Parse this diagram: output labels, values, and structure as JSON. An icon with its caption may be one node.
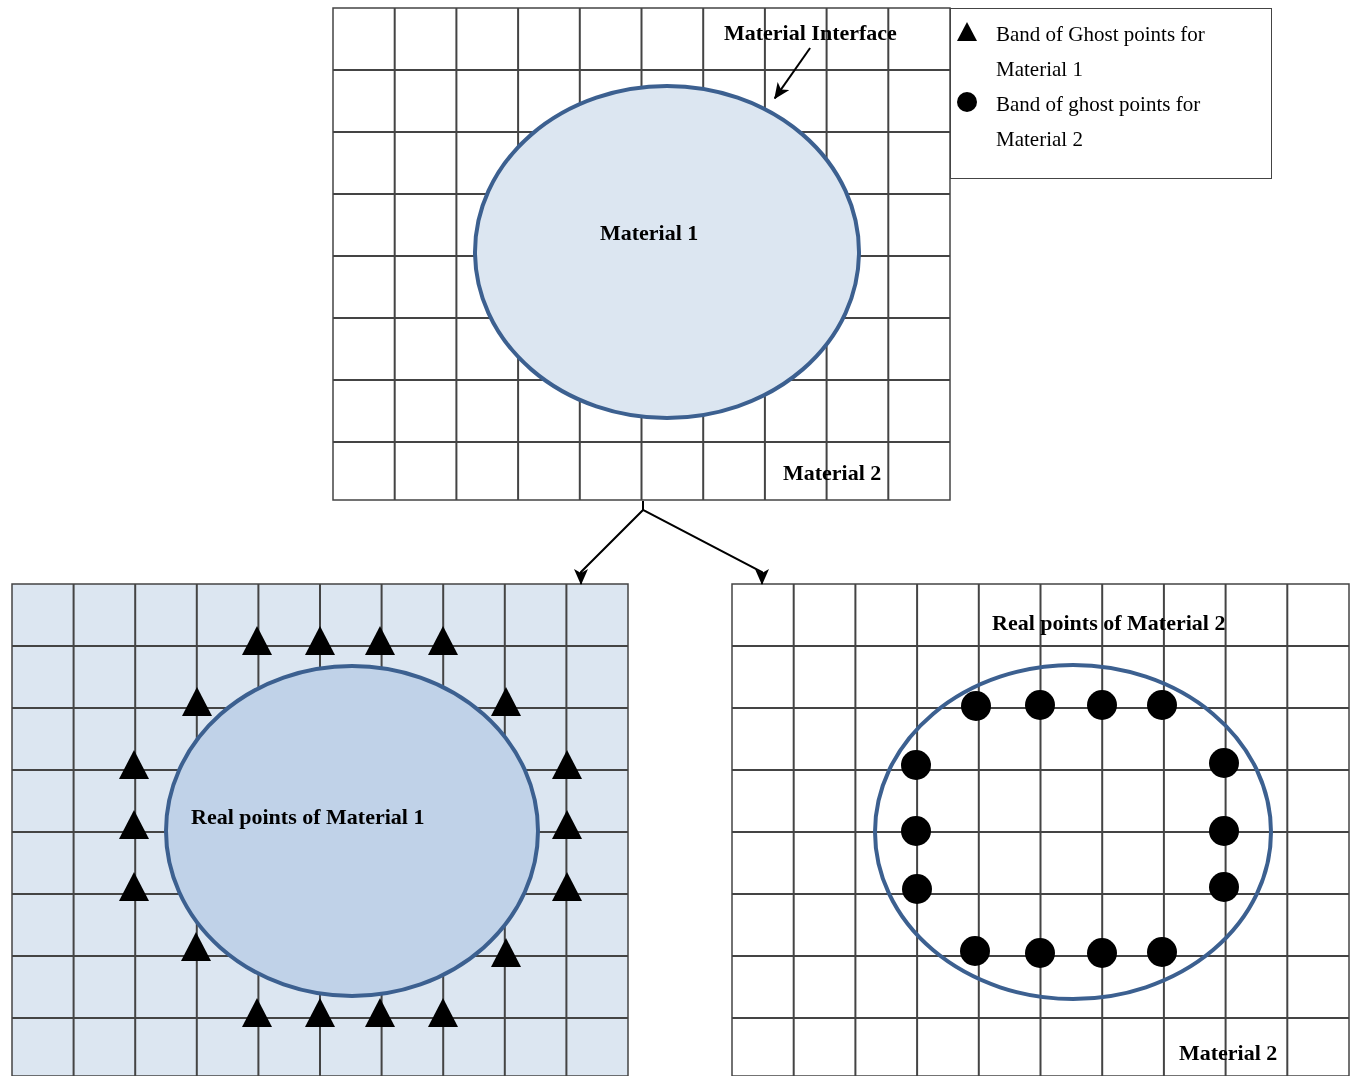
{
  "diagram": {
    "nodes": [
      {
        "text": [
          "Material 2"
        ]
      },
      {
        "text": [
          "Material 1"
        ],
        "in": 0
      },
      {
        "text": [
          "Material Interface"
        ],
        "in": 0
      },
      {
        "text": [],
        "shape": "box"
      },
      {
        "text": [
          "Real points of Material 1"
        ],
        "in": 3
      },
      {
        "text": [
          "Real points of Material 2",
          "Material 2"
        ]
      },
      {
        "text": [],
        "shape": "circle",
        "in": 5
      }
    ],
    "edges": [
      {
        "from": 2,
        "to": 1,
        "arrow": "to"
      },
      {
        "from": 0,
        "to": 3,
        "arrow": "to"
      },
      {
        "from": 0,
        "to": 5,
        "arrow": "to"
      }
    ],
    "legend": [
      {
        "text": "Band of Ghost points for Material 1"
      },
      {
        "text": "Band of ghost points for Material 2"
      }
    ]
  }
}
